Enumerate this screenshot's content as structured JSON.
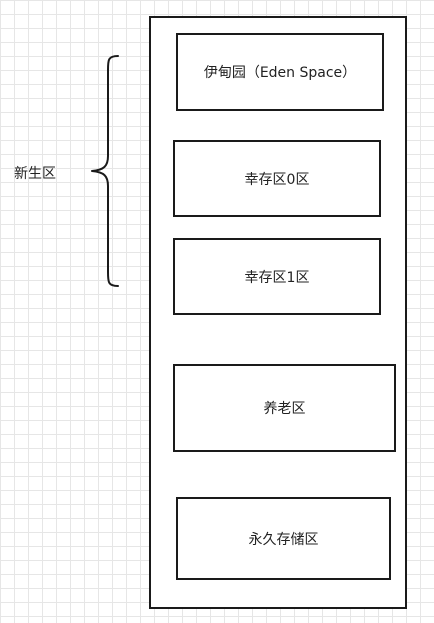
{
  "diagram": {
    "brace_label": "新生区",
    "regions": [
      {
        "label": "伊甸园（Eden Space）"
      },
      {
        "label": "幸存区0区"
      },
      {
        "label": "幸存区1区"
      },
      {
        "label": "养老区"
      },
      {
        "label": "永久存储区"
      }
    ]
  }
}
